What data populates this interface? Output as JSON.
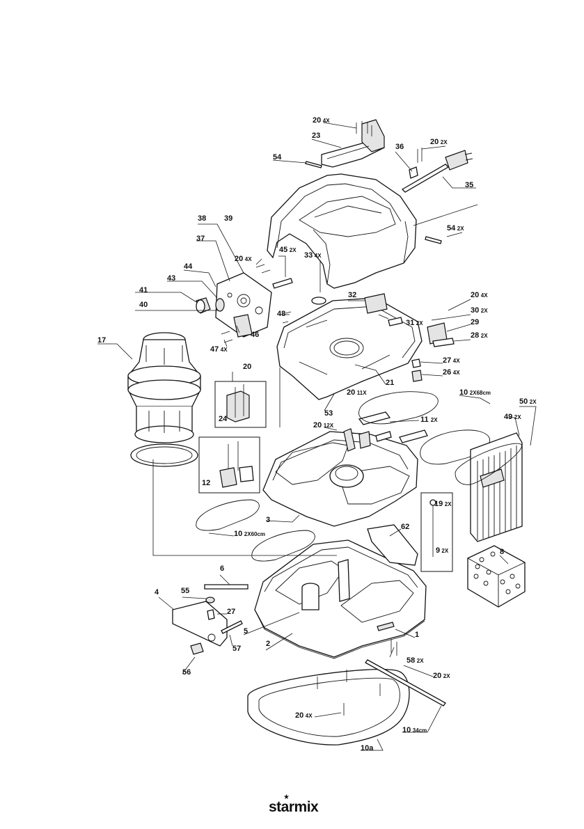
{
  "brand": {
    "name": "starmix",
    "logo_mark": "star-icon"
  },
  "callouts": [
    {
      "id": "c20-top",
      "num": "20",
      "qty": "4X"
    },
    {
      "id": "c23",
      "num": "23",
      "qty": ""
    },
    {
      "id": "c36",
      "num": "36",
      "qty": ""
    },
    {
      "id": "c20-2x-a",
      "num": "20",
      "qty": "2X"
    },
    {
      "id": "c54",
      "num": "54",
      "qty": ""
    },
    {
      "id": "c35",
      "num": "35",
      "qty": ""
    },
    {
      "id": "c38",
      "num": "38",
      "qty": ""
    },
    {
      "id": "c39",
      "num": "39",
      "qty": ""
    },
    {
      "id": "c54-2x",
      "num": "54",
      "qty": "2X"
    },
    {
      "id": "c37",
      "num": "37",
      "qty": ""
    },
    {
      "id": "c20-4x-b",
      "num": "20",
      "qty": "4X"
    },
    {
      "id": "c45",
      "num": "45",
      "qty": "2X"
    },
    {
      "id": "c33",
      "num": "33",
      "qty": "4X"
    },
    {
      "id": "c44",
      "num": "44",
      "qty": ""
    },
    {
      "id": "c43",
      "num": "43",
      "qty": ""
    },
    {
      "id": "c41",
      "num": "41",
      "qty": ""
    },
    {
      "id": "c40",
      "num": "40",
      "qty": ""
    },
    {
      "id": "c32",
      "num": "32",
      "qty": ""
    },
    {
      "id": "c20-4x-c",
      "num": "20",
      "qty": "4X"
    },
    {
      "id": "c48",
      "num": "48",
      "qty": ""
    },
    {
      "id": "c30",
      "num": "30",
      "qty": "2X"
    },
    {
      "id": "c29",
      "num": "29",
      "qty": ""
    },
    {
      "id": "c31",
      "num": "31",
      "qty": "2X"
    },
    {
      "id": "c17",
      "num": "17",
      "qty": ""
    },
    {
      "id": "c46",
      "num": "46",
      "qty": ""
    },
    {
      "id": "c28",
      "num": "28",
      "qty": "2X"
    },
    {
      "id": "c47",
      "num": "47",
      "qty": "4X"
    },
    {
      "id": "c27-4x",
      "num": "27",
      "qty": "4X"
    },
    {
      "id": "c20-single",
      "num": "20",
      "qty": ""
    },
    {
      "id": "c26",
      "num": "26",
      "qty": "4X"
    },
    {
      "id": "c21",
      "num": "21",
      "qty": ""
    },
    {
      "id": "c20-11x",
      "num": "20",
      "qty": "11X"
    },
    {
      "id": "c10-68",
      "num": "10",
      "qty": "2X68cm"
    },
    {
      "id": "c50",
      "num": "50",
      "qty": "2X"
    },
    {
      "id": "c53",
      "num": "53",
      "qty": ""
    },
    {
      "id": "c24",
      "num": "24",
      "qty": ""
    },
    {
      "id": "c49",
      "num": "49",
      "qty": "2X"
    },
    {
      "id": "c11",
      "num": "11",
      "qty": "2X"
    },
    {
      "id": "c20-12x",
      "num": "20",
      "qty": "12X"
    },
    {
      "id": "c12",
      "num": "12",
      "qty": ""
    },
    {
      "id": "c19",
      "num": "19",
      "qty": "2X"
    },
    {
      "id": "c3",
      "num": "3",
      "qty": ""
    },
    {
      "id": "c62",
      "num": "62",
      "qty": ""
    },
    {
      "id": "c10-60",
      "num": "10",
      "qty": "2X60cm"
    },
    {
      "id": "c9",
      "num": "9",
      "qty": "2X"
    },
    {
      "id": "c8",
      "num": "8",
      "qty": ""
    },
    {
      "id": "c6",
      "num": "6",
      "qty": ""
    },
    {
      "id": "c4",
      "num": "4",
      "qty": ""
    },
    {
      "id": "c55",
      "num": "55",
      "qty": ""
    },
    {
      "id": "c27",
      "num": "27",
      "qty": ""
    },
    {
      "id": "c5",
      "num": "5",
      "qty": ""
    },
    {
      "id": "c1",
      "num": "1",
      "qty": ""
    },
    {
      "id": "c57",
      "num": "57",
      "qty": ""
    },
    {
      "id": "c2",
      "num": "2",
      "qty": ""
    },
    {
      "id": "c58",
      "num": "58",
      "qty": "2X"
    },
    {
      "id": "c56",
      "num": "56",
      "qty": ""
    },
    {
      "id": "c20-2x-b",
      "num": "20",
      "qty": "2X"
    },
    {
      "id": "c20-4x-d",
      "num": "20",
      "qty": "4X"
    },
    {
      "id": "c10-34",
      "num": "10",
      "qty": "34cm"
    },
    {
      "id": "c10a",
      "num": "10a",
      "qty": ""
    }
  ]
}
